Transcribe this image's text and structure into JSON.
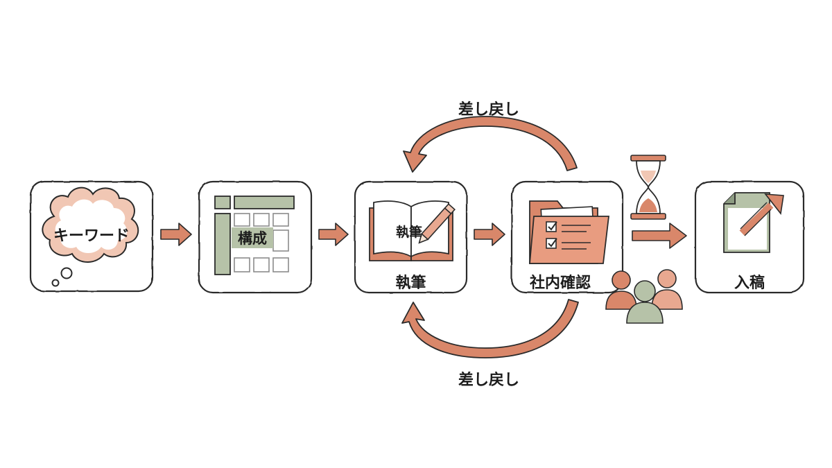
{
  "steps": {
    "keyword": "キーワード",
    "structure": "構成",
    "writing_icon": "執筆",
    "writing": "執筆",
    "review": "社内確認",
    "submission": "入稿"
  },
  "loops": {
    "top_label": "差し戻し",
    "bottom_label": "差し戻し"
  },
  "colors": {
    "accent": "#d9876a",
    "accent_light": "#f1c7b4",
    "sage": "#b6c2a8",
    "sage_dark": "#8d9c82",
    "outline": "#2a2a2a"
  },
  "icons": [
    "thought-cloud-icon",
    "table-layout-icon",
    "open-book-pencil-icon",
    "folder-checklist-icon",
    "hourglass-icon",
    "people-group-icon",
    "document-arrow-icon"
  ]
}
